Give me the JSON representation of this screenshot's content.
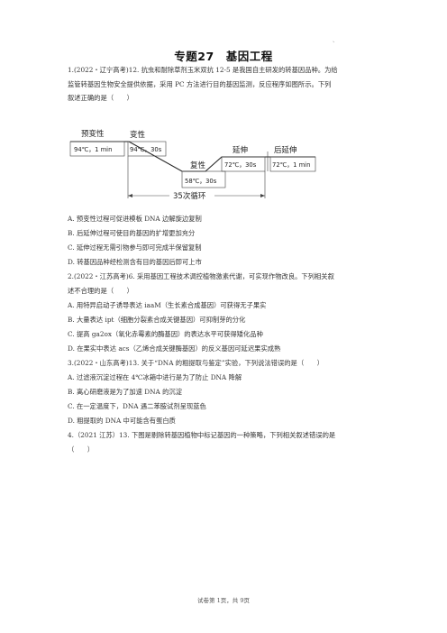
{
  "header_mark": "、",
  "title": "专题27　基因工程",
  "q1": {
    "stem_lines": [
      "1.(2022・辽宁高考)12. 抗虫和耐除草剂玉米双抗 12-5 是我国自主研发的转基因品种。为给",
      "监管转基因生物安全提供依据，采用 PC 方法进行目的基因监测，反应程序如图所示。下列",
      "叙述正确的是（　　）"
    ],
    "options": [
      "A. 预变性过程可促进模板 DNA 边解旋边复制",
      "B. 后延伸过程可使目的基因的扩增更加充分",
      "C. 延伸过程无需引物参与即可完成半保留复制",
      "D. 转基因品种经检测含有目的基因后即可上市"
    ]
  },
  "diagram": {
    "pre_denature": "预变性",
    "pre_denature_cond": "94℃，1 min",
    "denature": "变性",
    "denature_cond": "94℃，30s",
    "anneal": "复性",
    "anneal_cond": "58℃，30s",
    "extend": "延伸",
    "extend_cond": "72℃，30s",
    "post_extend": "后延伸",
    "post_extend_cond": "72℃，1 min",
    "cycles": "35次循环"
  },
  "q2": {
    "stem_lines": [
      "2.(2022・江苏高考)6. 采用基因工程技术调控植物激素代谢，可实现作物改良。下列相关叙",
      "述不合理的是（　　）"
    ],
    "options": [
      "A. 用特异启动子诱导表达 iaaM（生长素合成基因）可获得无子果实",
      "B. 大量表达 ipt（细胞分裂素合成关键基因）可抑制芽的分化",
      "C. 提高 ga2ox（氧化赤霉素的酶基因）的表达水平可获得矮化品种",
      "D. 在果实中表达 acs（乙烯合成关键酶基因）的反义基因可延迟果实成熟"
    ]
  },
  "q3": {
    "stem": "3.(2022・山东高考)13. 关于“DNA 的粗提取与鉴定”实验，下列说法错误的是（　　）",
    "options": [
      "A. 过滤液沉淀过程在 4℃冰箱中进行是为了防止 DNA 降解",
      "B. 离心研磨液是为了加速 DNA 的沉淀",
      "C. 在一定温度下，DNA 遇二苯胺试剂呈现蓝色",
      "D. 粗提取的 DNA 中可能含有蛋白质"
    ]
  },
  "q4": {
    "stem_lines": [
      "4.（2021 江苏）13. 下图是剔除转基因植物中标记基因的一种策略，下列相关叙述错误的是",
      "（　　）"
    ]
  },
  "footer": "试卷第 1页，共 9页"
}
